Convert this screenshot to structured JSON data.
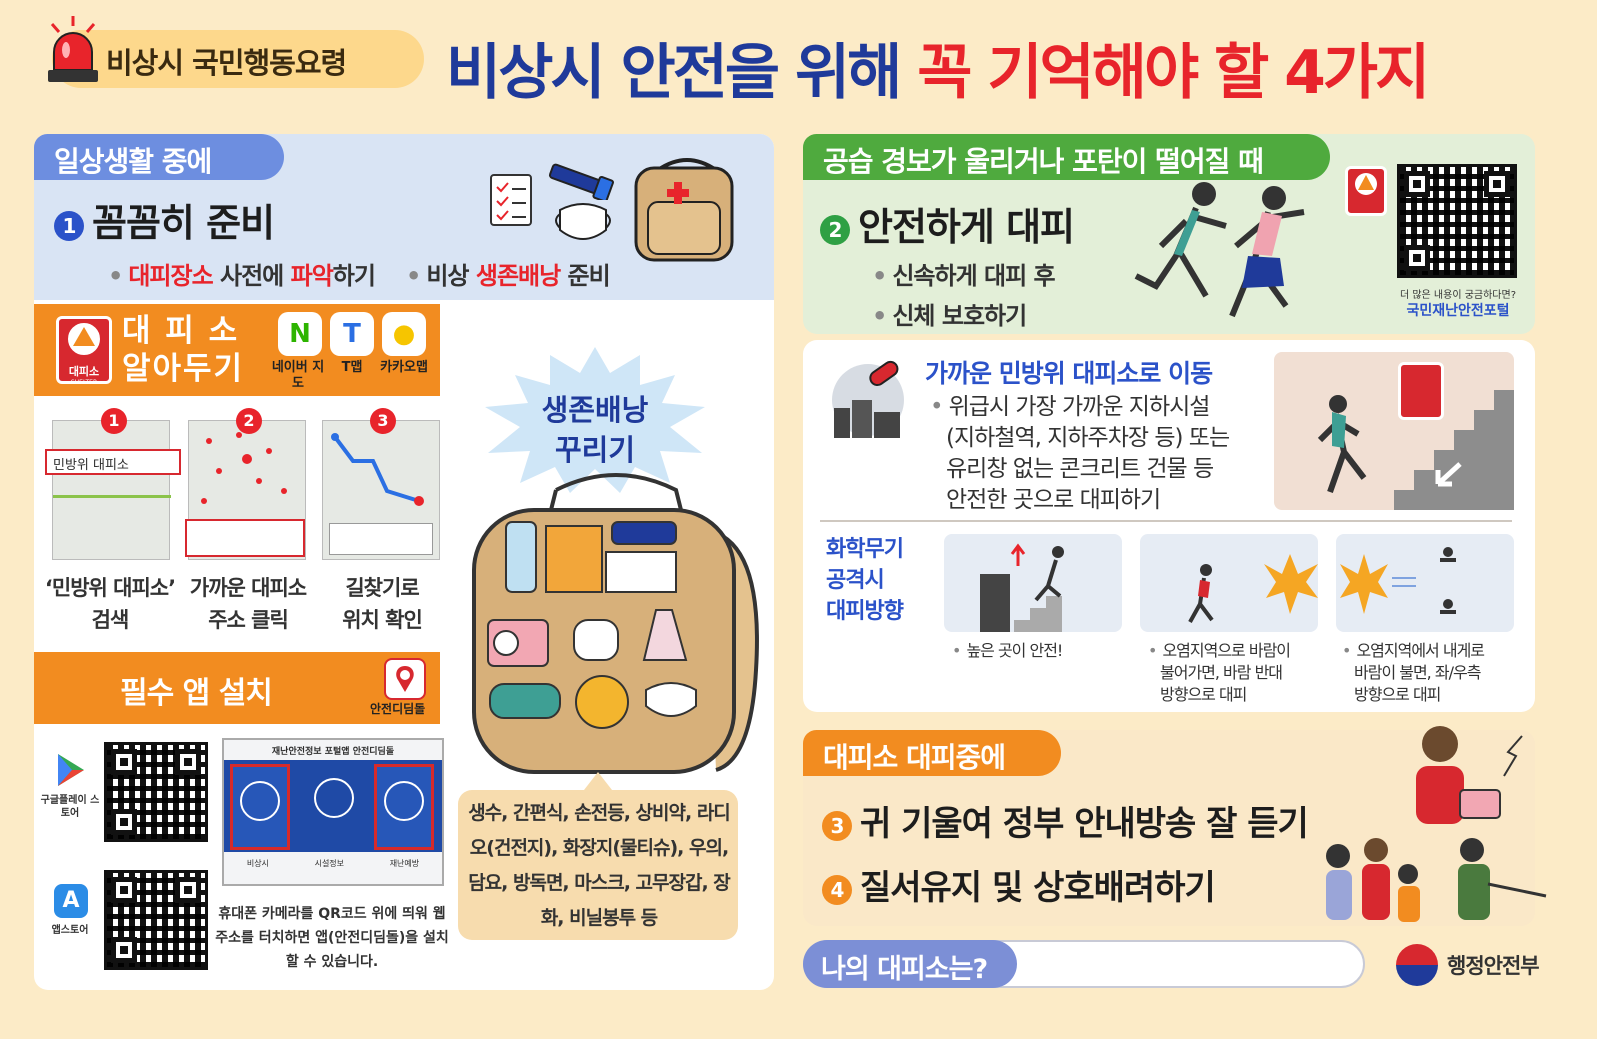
{
  "header": {
    "pill": "비상시 국민행동요령",
    "title_part1": "비상시 안전을 위해 ",
    "title_part2": "꼭 기억해야 할 4가지"
  },
  "sec1": {
    "tag": "일상생활 중에",
    "num": "1",
    "heading": "꼼꼼히 준비",
    "bullet1_red1": "대피장소",
    "bullet1_mid": " 사전에 ",
    "bullet1_red2": "파악",
    "bullet1_end": "하기",
    "bullet2_start": "비상 ",
    "bullet2_red": "생존배낭",
    "bullet2_end": " 준비"
  },
  "shelter": {
    "title_line1": "대 피 소",
    "title_line2": "알아두기",
    "logo_text": "대피소",
    "logo_sub": "SHELTER",
    "apps": [
      {
        "glyph": "N",
        "label": "네이버 지도",
        "color": "#2db400"
      },
      {
        "glyph": "T",
        "label": "T맵",
        "color": "#2b6fe3"
      },
      {
        "glyph": "●",
        "label": "카카오맵",
        "color": "#f6c500"
      }
    ],
    "steps": [
      {
        "num": "1",
        "line1": "‘민방위 대피소’",
        "line2": "검색",
        "shot_label": "민방위 대피소"
      },
      {
        "num": "2",
        "line1": "가까운 대피소",
        "line2": "주소 클릭"
      },
      {
        "num": "3",
        "line1": "길찾기로",
        "line2": "위치 확인"
      }
    ]
  },
  "app_install": {
    "title": "필수 앱 설치",
    "app_name": "안전디딤돌",
    "store1": "구글플레이 스토어",
    "store2": "앱스토어",
    "phone_header": "재난안전정보 포털앱 안전디딤돌",
    "phone_tabs": [
      "비상시",
      "시설정보",
      "재난예방"
    ],
    "note": "휴대폰 카메라를 QR코드 위에 띄워 웹주소를 터치하면 앱(안전디딤돌)을 설치할 수 있습니다."
  },
  "bag": {
    "burst_line1": "생존배낭",
    "burst_line2": "꾸리기",
    "items": "생수, 간편식, 손전등, 상비약, 라디오(건전지), 화장지(물티슈), 우의, 담요, 방독면, 마스크, 고무장갑, 장화, 비닐봉투 등"
  },
  "sec2": {
    "tag": "공습 경보가 울리거나 포탄이 떨어질 때",
    "num": "2",
    "heading": "안전하게 대피",
    "bullet1": "신속하게 대피 후",
    "bullet2": "신체 보호하기",
    "qr_note": "더 많은 내용이 궁금하다면?",
    "qr_link": "국민재난안전포털"
  },
  "move": {
    "title": "가까운 민방위 대피소로 이동",
    "lines": [
      "위급시 가장 가까운 지하시설",
      "(지하철역, 지하주차장 등) 또는",
      "유리창 없는 콘크리트 건물 등",
      "안전한 곳으로 대피하기"
    ],
    "chem_label": [
      "화학무기",
      "공격시",
      "대피방향"
    ],
    "chem_caps": [
      [
        "높은 곳이 안전!"
      ],
      [
        "오염지역으로 바람이",
        "불어가면, 바람 반대",
        "방향으로 대피"
      ],
      [
        "오염지역에서 내게로",
        "바람이 불면, 좌/우측",
        "방향으로 대피"
      ]
    ]
  },
  "sec3": {
    "tag": "대피소 대피중에",
    "num3": "3",
    "line3": "귀 기울여 정부 안내방송 잘 듣기",
    "num4": "4",
    "line4": "질서유지 및 상호배려하기"
  },
  "footer": {
    "mine": "나의 대피소는?",
    "ministry": "행정안전부"
  },
  "colors": {
    "blue": "#1f3a9a",
    "red": "#e8242b",
    "orange": "#f28c20",
    "green": "#4faa3e"
  }
}
